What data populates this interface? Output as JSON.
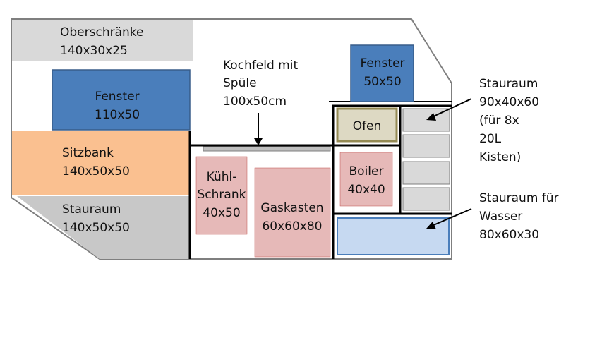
{
  "diagram": {
    "oberschraenke": {
      "line1": "Oberschränke",
      "line2": "140x30x25"
    },
    "fenster_large": {
      "line1": "Fenster",
      "line2": "110x50"
    },
    "sitzbank": {
      "line1": "Sitzbank",
      "line2": "140x50x50"
    },
    "stauraum_left": {
      "line1": "Stauraum",
      "line2": "140x50x50"
    },
    "kochfeld": {
      "line1": "Kochfeld mit",
      "line2": "Spüle",
      "line3": "100x50cm"
    },
    "kuehlschrank": {
      "line1": "Kühl-",
      "line2": "Schrank",
      "line3": "40x50"
    },
    "gaskasten": {
      "line1": "Gaskasten",
      "line2": "60x60x80"
    },
    "fenster_small": {
      "line1": "Fenster",
      "line2": "50x50"
    },
    "ofen": {
      "label": "Ofen"
    },
    "boiler": {
      "line1": "Boiler",
      "line2": "40x40"
    },
    "stauraum_kisten": {
      "line1": "Stauraum",
      "line2": "90x40x60",
      "line3": "(für 8x",
      "line4": "20L",
      "line5": "Kisten)"
    },
    "stauraum_wasser": {
      "line1": "Stauraum für",
      "line2": "Wasser",
      "line3": "80x60x30"
    }
  },
  "colors": {
    "grey": "#d9d9d9",
    "grey_dark": "#c8c8c8",
    "blue": "#4a7ebb",
    "orange": "#fac090",
    "pink": "#e6b9b8",
    "olive": "#ddd9c3",
    "light_blue": "#c6d9f1",
    "outline": "#7f7f7f"
  }
}
